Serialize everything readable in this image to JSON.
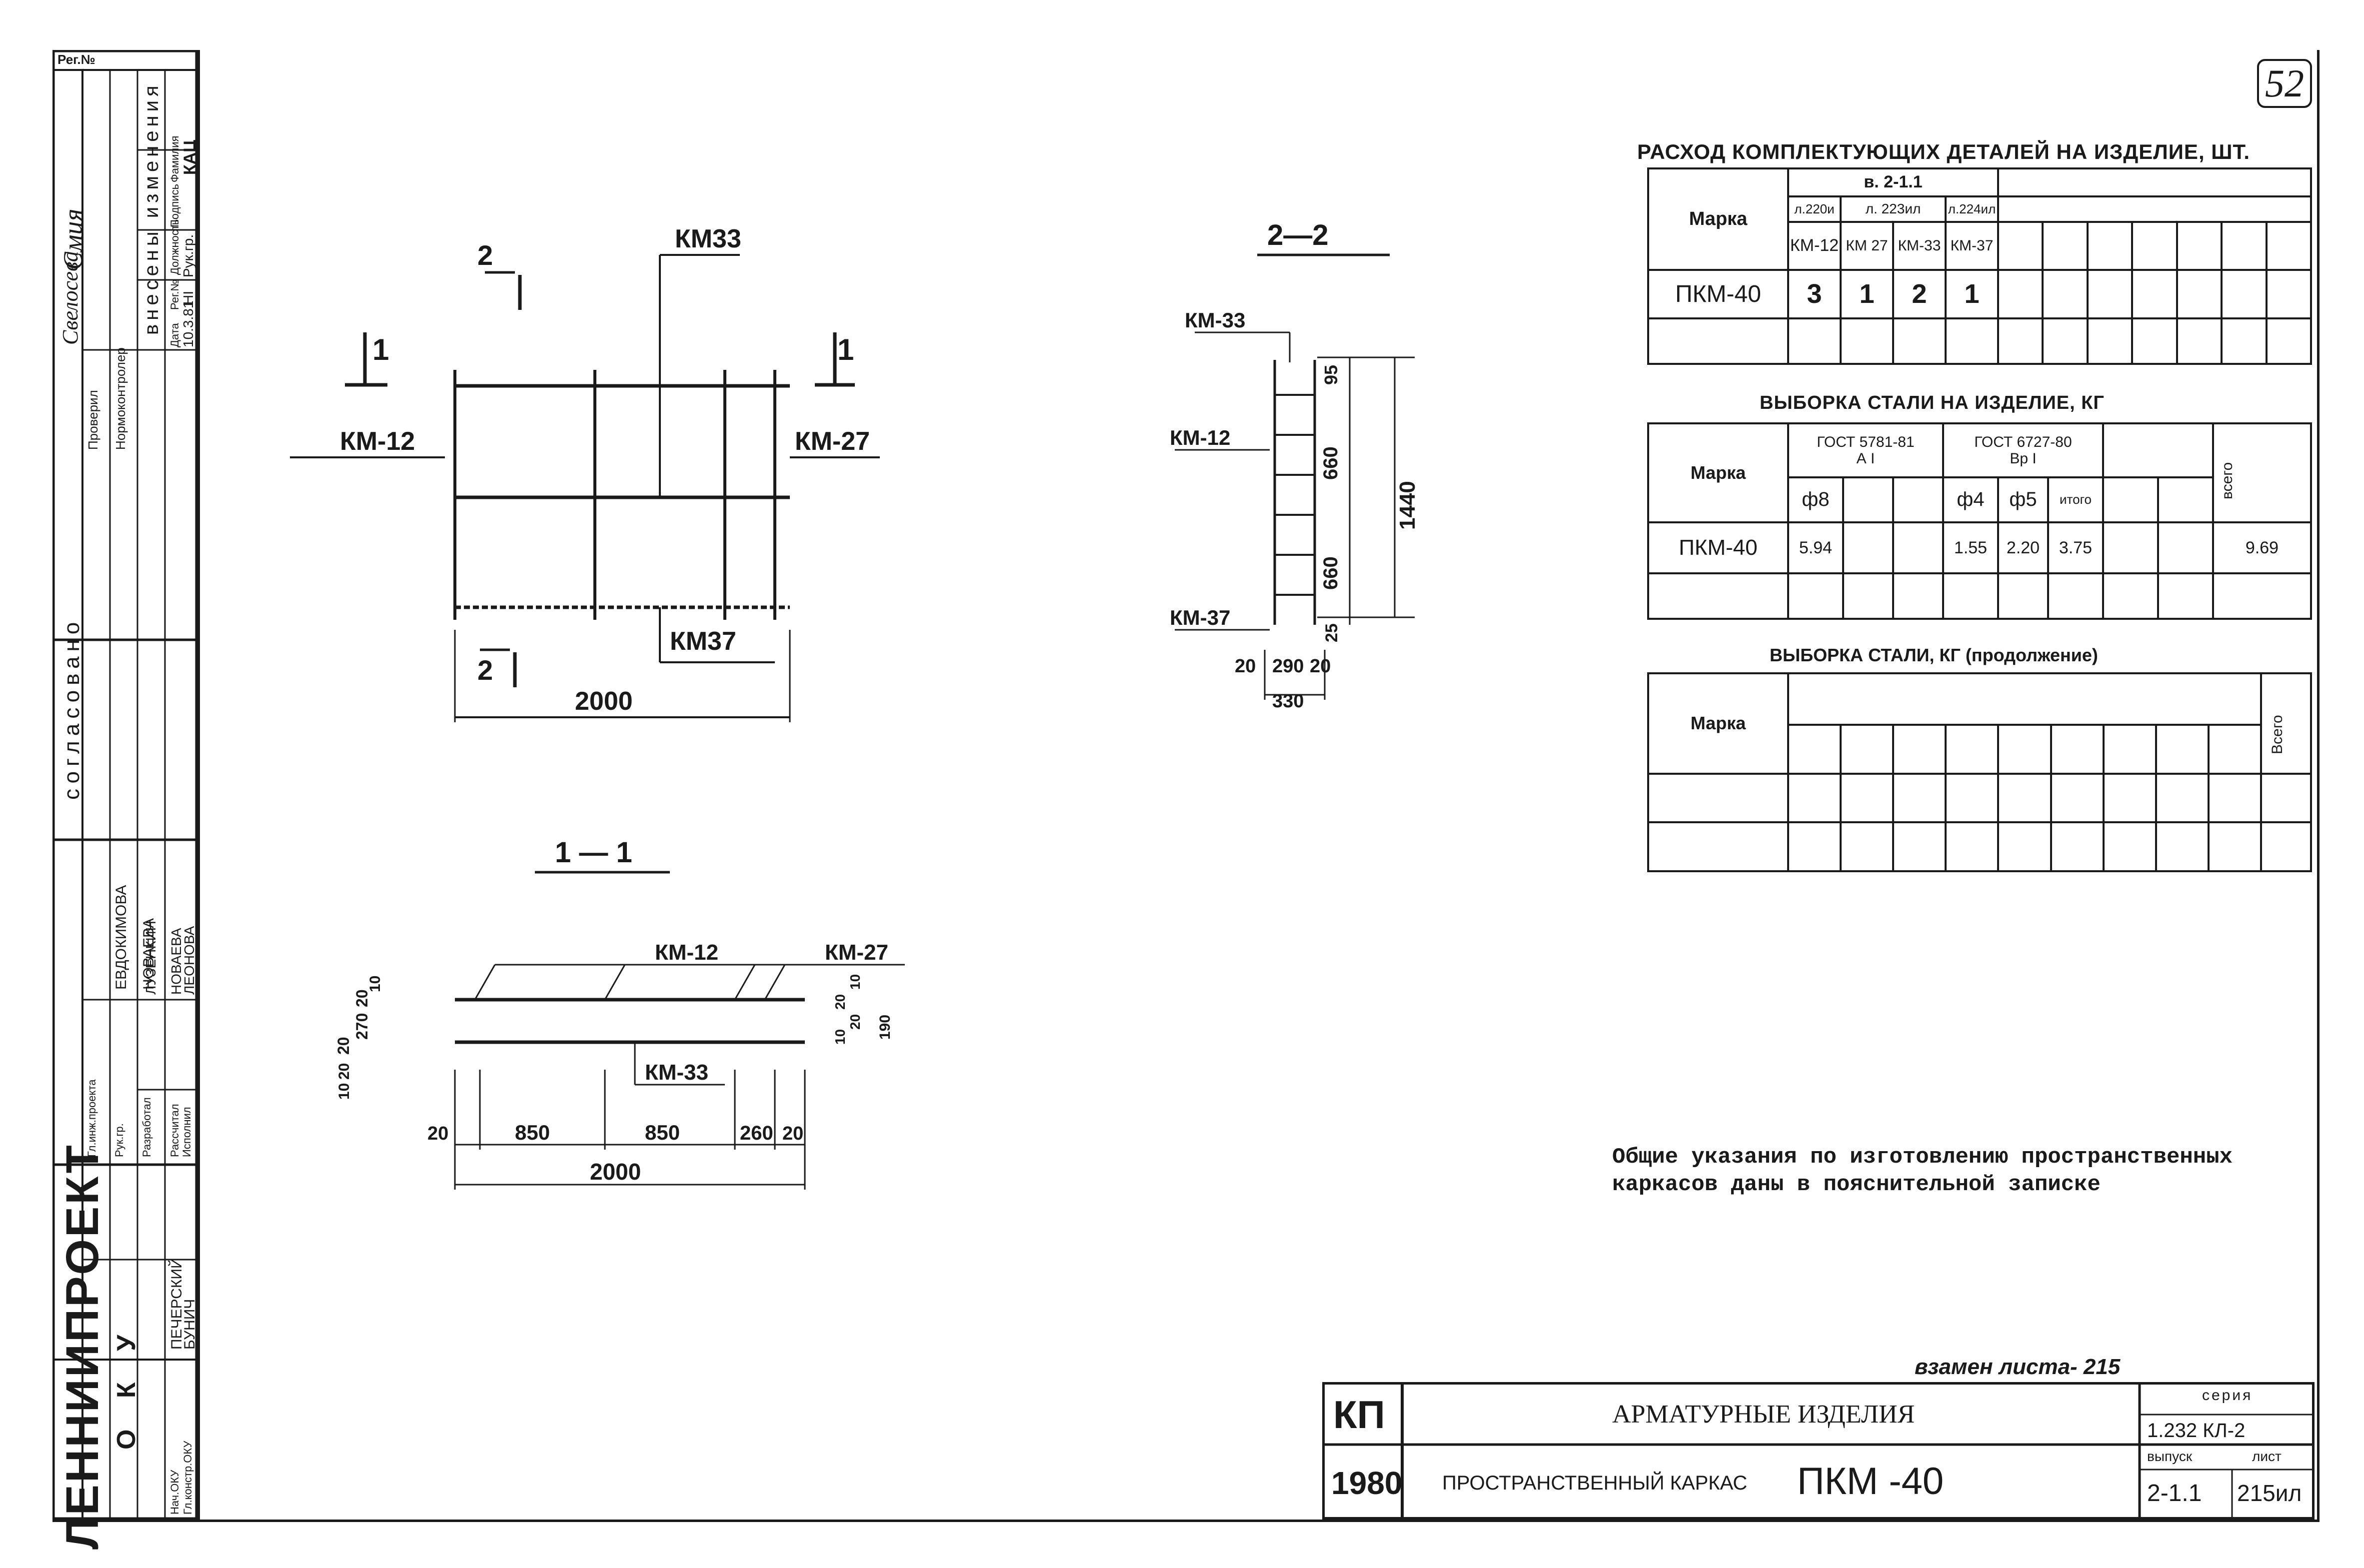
{
  "sheet_number": "52",
  "left_stamp": {
    "reg_no": "Рег.№",
    "checked": "Проверил",
    "norm_control": "Нормоконтролер",
    "checked_sign": "Смия",
    "checked_name": "Свелосева",
    "changes_header": "внесены изменения",
    "change_cols": [
      "Дата",
      "Рег.№",
      "Должность",
      "Подпись",
      "Фамилия"
    ],
    "change_row": [
      "10.3.81",
      "НI",
      "Рук.гр.",
      "",
      "КАЦ"
    ],
    "agreed": "согласовано",
    "names_upper": [
      "ЕВДОКИМОВА",
      "НОВАЕВА"
    ],
    "roles": [
      "Гл.инж.проекта",
      "Рук.гр.",
      "Разработал",
      "Рассчитал",
      "Исполнил"
    ],
    "names": [
      "ЛУЗЕНКИН",
      "НОВАЕВА",
      "ЛЕОНОВА"
    ],
    "org": "ЛЕННИИПРОЕКТ",
    "dept": "О К У",
    "heads": [
      "Нач.ОКУ",
      "Гл.констр.ОКУ"
    ],
    "head_names": [
      "ПЕЧЕРСКИЙ",
      "БУНИЧ"
    ]
  },
  "drawings": {
    "plan": {
      "sec2_label": "2",
      "sec1_label": "1",
      "km33": "КМ33",
      "km12": "КМ-12",
      "km27": "КМ-27",
      "km37": "КМ37",
      "dim_2000": "2000"
    },
    "section22": {
      "title": "2—2",
      "km33": "КМ-33",
      "km12": "КМ-12",
      "km37": "КМ-37",
      "dims": [
        "95",
        "660",
        "660",
        "25",
        "1440",
        "20",
        "290",
        "20",
        "330"
      ]
    },
    "section11": {
      "title": "1 — 1",
      "km12": "КМ-12",
      "km27": "КМ-27",
      "km33": "КМ-33",
      "dims_left": [
        "20",
        "270",
        "20",
        "10",
        "20",
        "10"
      ],
      "dims_right": [
        "20",
        "10",
        "20",
        "10",
        "190"
      ],
      "dims_bottom": [
        "20",
        "850",
        "850",
        "260",
        "20"
      ],
      "dim_total": "2000"
    }
  },
  "tables": {
    "parts": {
      "title": "РАСХОД КОМПЛЕКТУЮЩИХ ДЕТАЛЕЙ НА ИЗДЕЛИЕ, ШТ.",
      "mark_header": "Марка",
      "group_header": "в. 2-1.1",
      "sub_headers": [
        "л.220и",
        "л. 223ил",
        "л.224ил"
      ],
      "cols": [
        "КМ-12",
        "КМ 27",
        "КМ-33",
        "КМ-37"
      ],
      "row_mark": "ПКМ-40",
      "row_values": [
        "3",
        "1",
        "2",
        "1"
      ]
    },
    "steel": {
      "title": "ВЫБОРКА СТАЛИ НА ИЗДЕЛИЕ, КГ",
      "mark_header": "Марка",
      "gost1": "ГОСТ 5781-81",
      "gost1_class": "А I",
      "gost2": "ГОСТ 6727-80",
      "gost2_class": "Вр I",
      "cols": [
        "ф8",
        "ф4",
        "ф5",
        "итого"
      ],
      "total_header": "всего",
      "row_mark": "ПКМ-40",
      "row_values": [
        "5.94",
        "1.55",
        "2.20",
        "3.75",
        "9.69"
      ]
    },
    "steel_cont": {
      "title": "ВЫБОРКА СТАЛИ, КГ (продолжение)",
      "mark_header": "Марка",
      "total_header": "Всего"
    }
  },
  "notes": {
    "line1": "Общие указания по изготовлению пространственных",
    "line2": "каркасов даны в пояснительной записке"
  },
  "title_block": {
    "replace": "взамен листа- 215",
    "kp": "КП",
    "year": "1980",
    "title_top": "АРМАТУРНЫЕ ИЗДЕЛИЯ",
    "title_bottom_prefix": "ПРОСТРАНСТВЕННЫЙ КАРКАС",
    "title_bottom_mark": "ПКМ -40",
    "series_label": "серия",
    "series_value": "1.232 КЛ-2",
    "issue_label": "выпуск",
    "sheet_label": "лист",
    "issue_value": "2-1.1",
    "sheet_value": "215ил"
  }
}
